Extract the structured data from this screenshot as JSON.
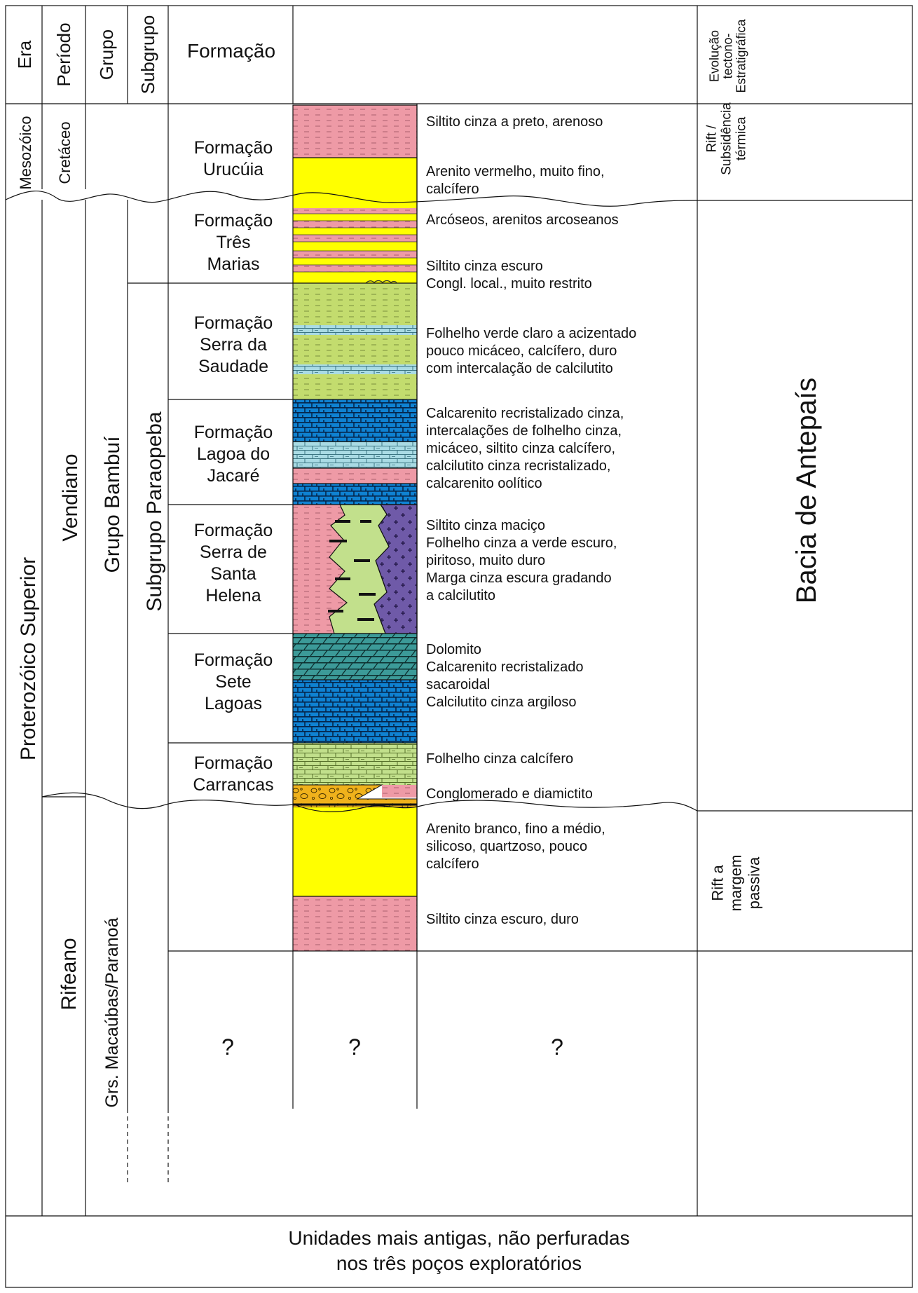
{
  "header": {
    "era": "Era",
    "periodo": "Período",
    "grupo": "Grupo",
    "subgrupo": "Subgrupo",
    "formacao": "Formação",
    "evolucao": [
      "Evolução",
      "tectono-",
      "Estratigráfica"
    ]
  },
  "eras": [
    {
      "key": "mesozoico",
      "label": "Mesozóico"
    },
    {
      "key": "proterozoico",
      "label": "Proterozóico Superior"
    }
  ],
  "periods": [
    {
      "key": "cretaceo",
      "label": "Cretáceo"
    },
    {
      "key": "vendiano",
      "label": "Vendiano"
    },
    {
      "key": "rifeano",
      "label": "Rifeano"
    }
  ],
  "groups": [
    {
      "key": "bambui",
      "label": "Grupo Bambuí"
    },
    {
      "key": "macaubas",
      "label": "Grs. Macaúbas/Paranoá"
    }
  ],
  "subgroups": [
    {
      "key": "paraopeba",
      "label": "Subgrupo Paraopeba"
    }
  ],
  "formations": [
    {
      "key": "urucuia",
      "lines": [
        "Formação",
        "Urucúia"
      ]
    },
    {
      "key": "tres-marias",
      "lines": [
        "Formação",
        "Três",
        "Marias"
      ]
    },
    {
      "key": "serra-da-saudade",
      "lines": [
        "Formação",
        "Serra da",
        "Saudade"
      ]
    },
    {
      "key": "lagoa-do-jacare",
      "lines": [
        "Formação",
        "Lagoa do",
        "Jacaré"
      ]
    },
    {
      "key": "serra-de-santa-helena",
      "lines": [
        "Formação",
        "Serra de",
        "Santa",
        "Helena"
      ]
    },
    {
      "key": "sete-lagoas",
      "lines": [
        "Formação",
        "Sete",
        "Lagoas"
      ]
    },
    {
      "key": "carrancas",
      "lines": [
        "Formação",
        "Carrancas"
      ]
    }
  ],
  "descriptions": [
    {
      "key": "urucuia-1",
      "lines": [
        "Siltito cinza a preto, arenoso"
      ]
    },
    {
      "key": "urucuia-2",
      "lines": [
        "Arenito vermelho, muito fino,",
        "calcífero"
      ]
    },
    {
      "key": "tres-marias-1",
      "lines": [
        "Arcóseos, arenitos arcoseanos"
      ]
    },
    {
      "key": "tres-marias-2",
      "lines": [
        "Siltito cinza escuro",
        "Congl. local., muito restrito"
      ]
    },
    {
      "key": "serra-da-saudade",
      "lines": [
        "Folhelho verde claro a acizentado",
        "pouco micáceo, calcífero, duro",
        "com intercalação de calcilutito"
      ]
    },
    {
      "key": "lagoa-do-jacare",
      "lines": [
        "Calcarenito recristalizado cinza,",
        "intercalações de folhelho cinza,",
        "micáceo, siltito cinza  calcífero,",
        "calcilutito cinza recristalizado,",
        "calcarenito oolítico"
      ]
    },
    {
      "key": "serra-de-santa-helena",
      "lines": [
        "Siltito cinza maciço",
        "Folhelho cinza a verde escuro,",
        "piritoso, muito duro",
        "Marga cinza escura gradando",
        "a calcilutito"
      ]
    },
    {
      "key": "sete-lagoas",
      "lines": [
        "Dolomito",
        "Calcarenito recristalizado",
        "sacaroidal",
        "Calcilutito cinza argiloso"
      ]
    },
    {
      "key": "carrancas-1",
      "lines": [
        "Folhelho cinza calcífero"
      ]
    },
    {
      "key": "carrancas-2",
      "lines": [
        "Conglomerado e diamictito"
      ]
    },
    {
      "key": "macaubas-1",
      "lines": [
        "Arenito branco, fino a médio,",
        "silicoso, quartzoso, pouco",
        "calcífero"
      ]
    },
    {
      "key": "macaubas-2",
      "lines": [
        "Siltito cinza escuro, duro"
      ]
    }
  ],
  "tectonic": [
    {
      "key": "rift-subsidencia",
      "lines": [
        "Rift /",
        "Subsidência",
        "térmica"
      ]
    },
    {
      "key": "bacia-antepais",
      "lines": [
        "Bacia de Antepaís"
      ]
    },
    {
      "key": "rift-margem",
      "lines": [
        "Rift a",
        "margem",
        "passiva"
      ]
    }
  ],
  "unknown_mark": "?",
  "footer": [
    "Unidades mais antigas, não perfuradas",
    "nos três poços exploratórios"
  ],
  "colors": {
    "siltito": "#ee9aa6",
    "arenito": "#ffff00",
    "folhelho_verde": "#c3dc6e",
    "calcilutito": "#a9dbe4",
    "calcarenito": "#0f82d2",
    "marga": "#6f5aa8",
    "folhelho_claro": "#c2e08c",
    "dolomito": "#3c9a98",
    "conglomerado": "#f0b21c",
    "grid": "#111111"
  }
}
